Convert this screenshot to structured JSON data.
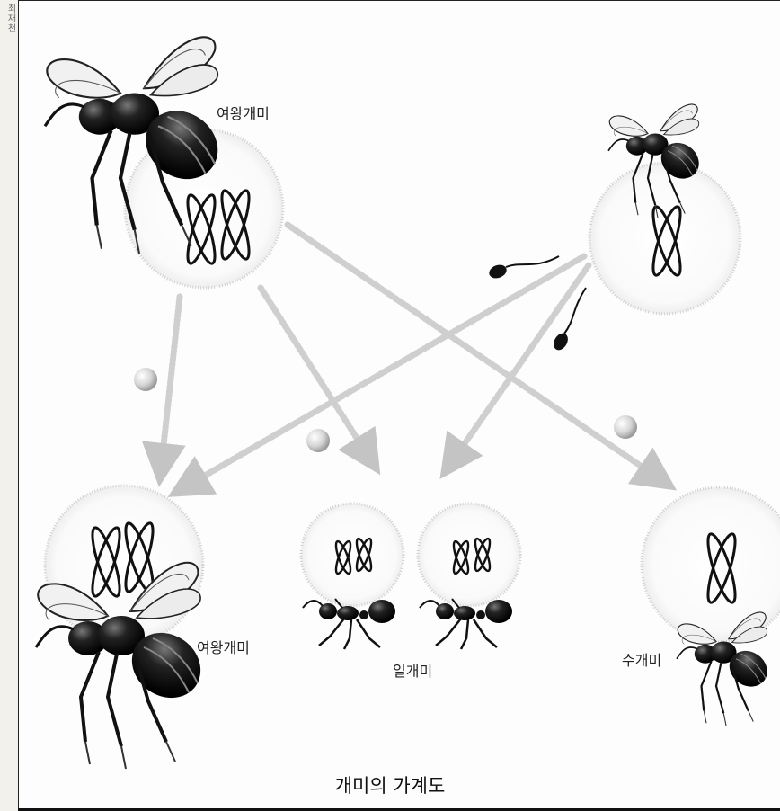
{
  "credit": "최재천",
  "labels": {
    "queen_parent": "여왕개미",
    "queen_offspring": "여왕개미",
    "workers": "일개미",
    "male": "수개미"
  },
  "caption": "개미의 가계도",
  "colors": {
    "ink": "#111111",
    "cell_stroke": "#c8c8c8",
    "arrow": "#bdbdbd",
    "egg": "#d9d9d9"
  }
}
